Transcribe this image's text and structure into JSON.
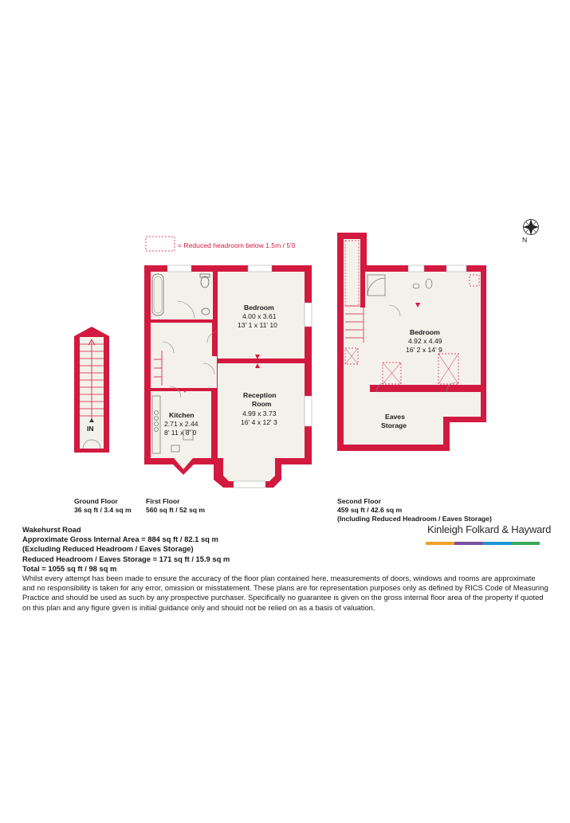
{
  "legend": {
    "text": "= Reduced headroom below 1.5m / 5'0"
  },
  "compass": {
    "label": "N",
    "icon": "compass-rose-icon"
  },
  "rooms": {
    "bedroom1": {
      "name": "Bedroom",
      "metric": "4.00 x 3.61",
      "imperial": "13' 1 x 11' 10"
    },
    "reception": {
      "name1": "Reception",
      "name2": "Room",
      "metric": "4.99 x 3.73",
      "imperial": "16' 4 x 12' 3"
    },
    "kitchen": {
      "name": "Kitchen",
      "metric": "2.71 x 2.44",
      "imperial": "8' 11 x 8' 0"
    },
    "bedroom2": {
      "name": "Bedroom",
      "metric": "4.92 x 4.49",
      "imperial": "16' 2 x 14' 9"
    },
    "eaves": {
      "name1": "Eaves",
      "name2": "Storage"
    },
    "entrance": {
      "label": "IN"
    }
  },
  "floors": {
    "ground": {
      "name": "Ground Floor",
      "area": "36 sq ft / 3.4 sq m"
    },
    "first": {
      "name": "First Floor",
      "area": "560 sq ft / 52 sq m"
    },
    "second": {
      "name": "Second Floor",
      "area": "459 sq ft / 42.6 sq m",
      "note": "(Including Reduced Headroom / Eaves Storage)"
    }
  },
  "summary": {
    "address": "Wakehurst Road",
    "gross": "Approximate Gross Internal Area = 884 sq ft / 82.1 sq m",
    "excluding": "(Excluding Reduced Headroom / Eaves Storage)",
    "reduced": "Reduced Headroom / Eaves Storage = 171 sq ft / 15.9 sq m",
    "total": "Total = 1055 sq ft / 98 sq m",
    "disclaimer": "Whilst every attempt has been made to ensure the accuracy of the floor plan contained here, measurements of doors, windows and rooms are approximate and no responsibility is taken for any error, omission or misstatement. These plans are for representation purposes only as defined by RICS Code of Measuring Practice and should be used as such by any prospective purchaser. Specifically no guarantee is given on the gross internal floor area of the property if quoted on this plan and any figure given is initial guidance only and should not be relied on as a basis of valuation."
  },
  "brand": {
    "name": "Kinleigh Folkard & Hayward",
    "bar_colors": [
      "#f0a12a",
      "#7b4fa0",
      "#1f97d4",
      "#3aa95a"
    ]
  },
  "colors": {
    "wall": "#d2193f",
    "floor": "#f4f1ea",
    "text": "#1a1a1a"
  }
}
